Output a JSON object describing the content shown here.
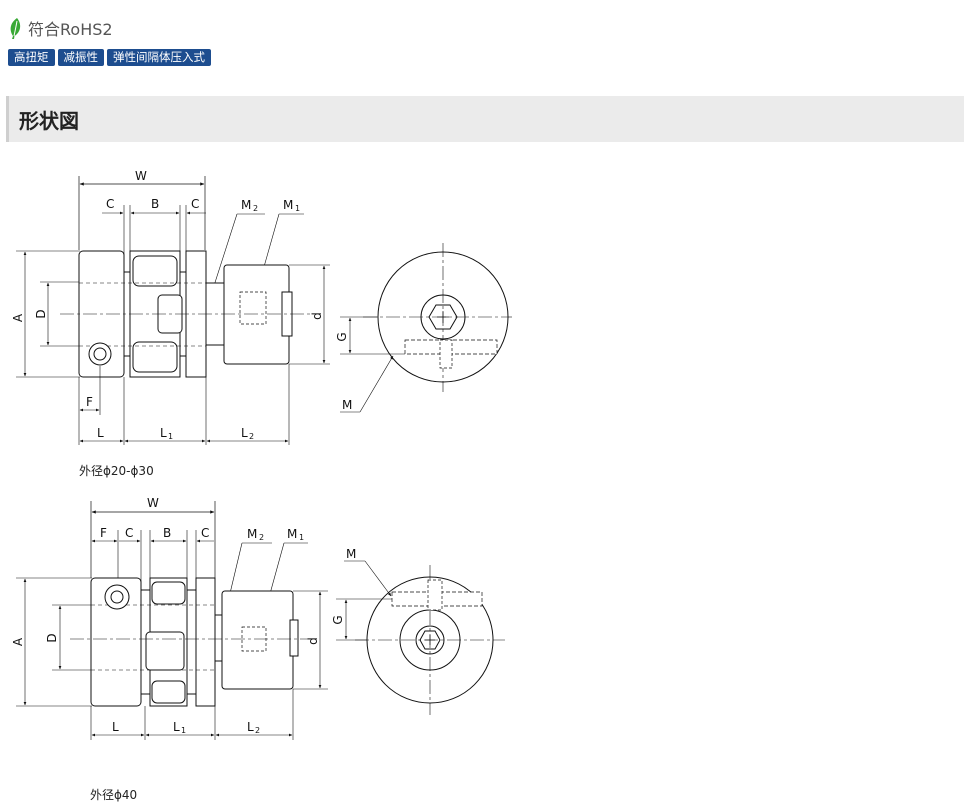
{
  "compliance": {
    "icon": "leaf-icon",
    "label": "符合RoHS2",
    "icon_color": "#39a935"
  },
  "badges": [
    "高扭矩",
    "减振性",
    "弹性间隔体压入式"
  ],
  "badge_color": "#1d4d8f",
  "section": {
    "title": "形状図"
  },
  "drawing1": {
    "caption": "外径ϕ20-ϕ30",
    "labels": {
      "W": "W",
      "C": "C",
      "B": "B",
      "M2": "M",
      "M2_sub": "2",
      "M1": "M",
      "M1_sub": "1",
      "A": "A",
      "D": "D",
      "d": "d",
      "G": "G",
      "M": "M",
      "F": "F",
      "L": "L",
      "L1": "L",
      "L1_sub": "1",
      "L2": "L",
      "L2_sub": "2"
    }
  },
  "drawing2": {
    "caption": "外径ϕ40",
    "labels": {
      "W": "W",
      "F": "F",
      "C": "C",
      "B": "B",
      "M2": "M",
      "M2_sub": "2",
      "M1": "M",
      "M1_sub": "1",
      "M": "M",
      "G": "G",
      "A": "A",
      "D": "D",
      "d": "d",
      "L": "L",
      "L1": "L",
      "L1_sub": "1",
      "L2": "L",
      "L2_sub": "2"
    }
  }
}
